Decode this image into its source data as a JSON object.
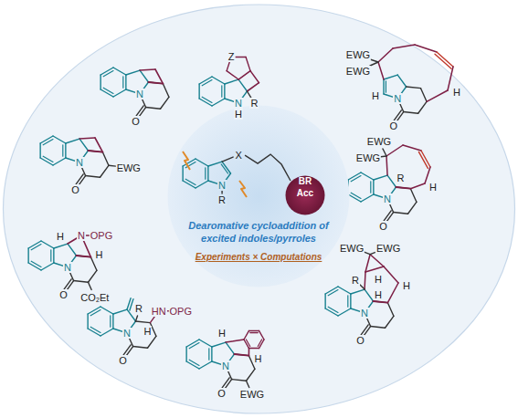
{
  "diagram": {
    "nodes": [
      {
        "text": [
          "Dearomative cycloaddition of excited indoles/pyrroles",
          "Experiments × Computations"
        ]
      },
      {
        "text": [
          "BR Acc"
        ],
        "in": 0
      }
    ],
    "labels": [
      "Z",
      "N",
      "H",
      "R",
      "N",
      "O",
      "N",
      "O",
      "EWG",
      "N",
      "OPG",
      "H",
      "H",
      "CO₂Et",
      "O",
      "N",
      "HN",
      "OPG",
      "R",
      "H",
      "N",
      "O",
      "H",
      "N",
      "O",
      "EWG",
      "H",
      "R",
      "EWG",
      "EWG",
      "H",
      "H",
      "H",
      "N",
      "O",
      "EWG",
      "EWG",
      "N",
      "R",
      "H",
      "O",
      "EWG",
      "EWG",
      "H",
      "N",
      "H",
      "O",
      "X",
      "N",
      "R"
    ]
  }
}
